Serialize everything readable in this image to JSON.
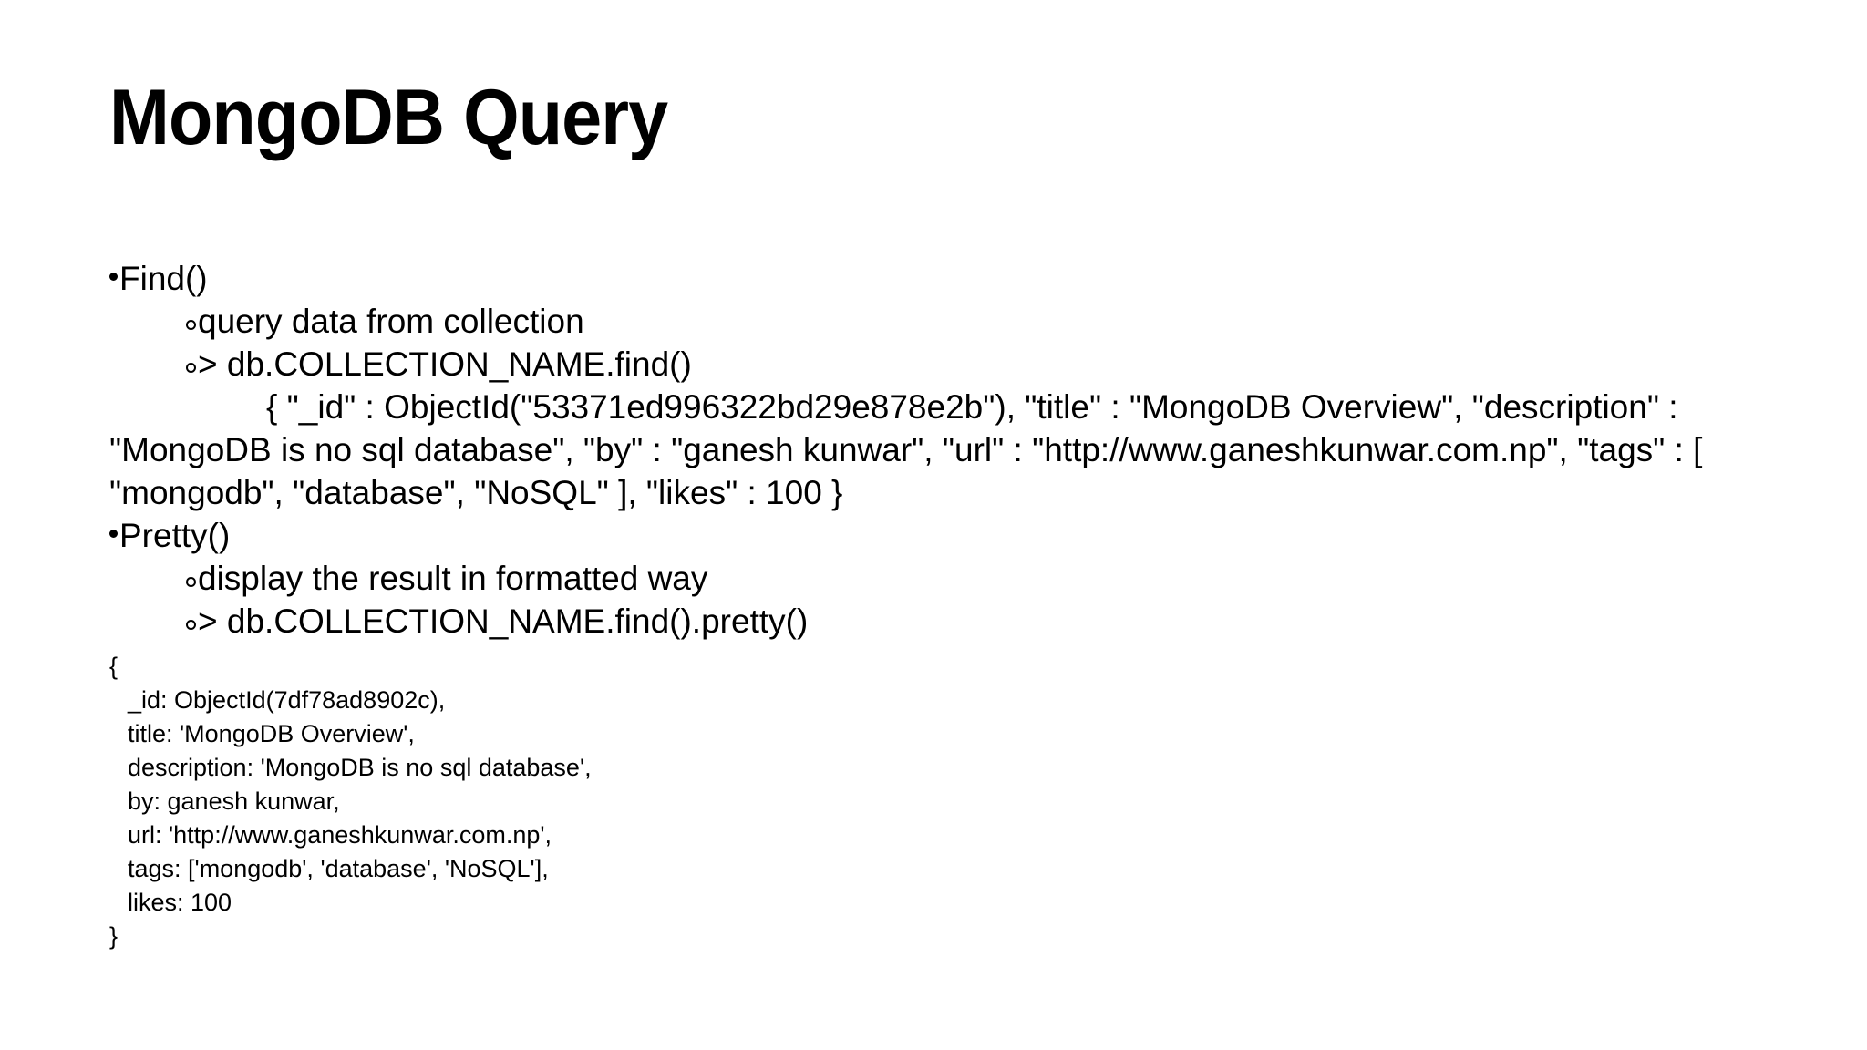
{
  "slide": {
    "title": "MongoDB Query",
    "background_color": "#ffffff",
    "text_color": "#000000",
    "bullet_marker": "filled-dot",
    "sub_bullet_marker": "hollow-circle"
  },
  "sections": [
    {
      "heading": "Find()",
      "items": [
        "query data from collection",
        "> db.COLLECTION_NAME.find()"
      ],
      "output_paragraph": "{ \"_id\" : ObjectId(\"53371ed996322bd29e878e2b\"), \"title\" : \"MongoDB Overview\", \"description\" : \"MongoDB is no sql database\", \"by\" : \"ganesh kunwar\", \"url\" : \"http://www.ganeshkunwar.com.np\", \"tags\" : [  \"mongodb\",  \"database\",  \"NoSQL\" ], \"likes\" : 100 }"
    },
    {
      "heading": "Pretty()",
      "items": [
        "display the result in formatted way",
        "> db.COLLECTION_NAME.find().pretty()"
      ]
    }
  ],
  "pretty_output": {
    "open_brace": "{",
    "lines": [
      "_id: ObjectId(7df78ad8902c),",
      "title: 'MongoDB Overview',",
      "description: 'MongoDB is no sql database',",
      "by: ganesh kunwar,",
      "url: 'http://www.ganeshkunwar.com.np',",
      "tags: ['mongodb', 'database', 'NoSQL'],",
      "likes: 100"
    ],
    "close_brace": "}"
  }
}
